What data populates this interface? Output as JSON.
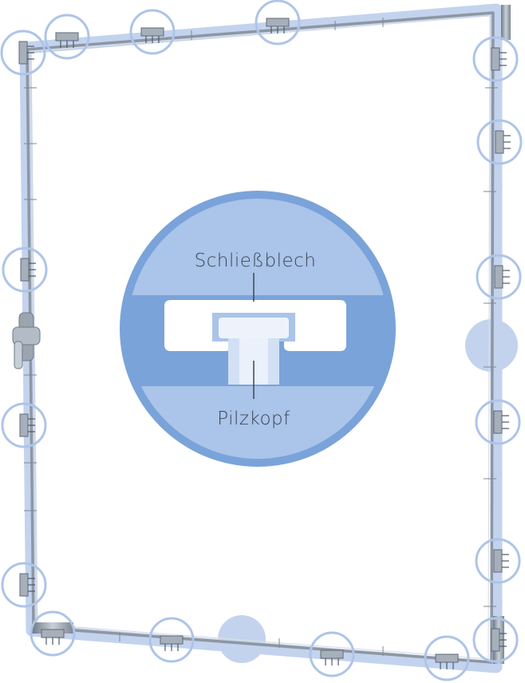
{
  "diagram": {
    "labels": {
      "strike_plate": "Schließblech",
      "mushroom_head": "Pilzkopf"
    },
    "colors": {
      "frame_highlight": "#b7c9ea",
      "frame_metal": "#8d97a3",
      "ring": "#aec4e8",
      "zoom_dark": "#7aa3da",
      "zoom_light": "#aac4ea",
      "label_text": "#3c4650"
    },
    "locking_points": [
      {
        "id": "top-1"
      },
      {
        "id": "top-2"
      },
      {
        "id": "top-3"
      },
      {
        "id": "top-4"
      },
      {
        "id": "right-1"
      },
      {
        "id": "right-2"
      },
      {
        "id": "right-3"
      },
      {
        "id": "right-4"
      },
      {
        "id": "right-5"
      },
      {
        "id": "right-6"
      },
      {
        "id": "bottom-1"
      },
      {
        "id": "bottom-2"
      },
      {
        "id": "bottom-3"
      },
      {
        "id": "bottom-4"
      },
      {
        "id": "bottom-5"
      },
      {
        "id": "left-1"
      },
      {
        "id": "left-2"
      },
      {
        "id": "left-3"
      },
      {
        "id": "left-4"
      }
    ]
  }
}
